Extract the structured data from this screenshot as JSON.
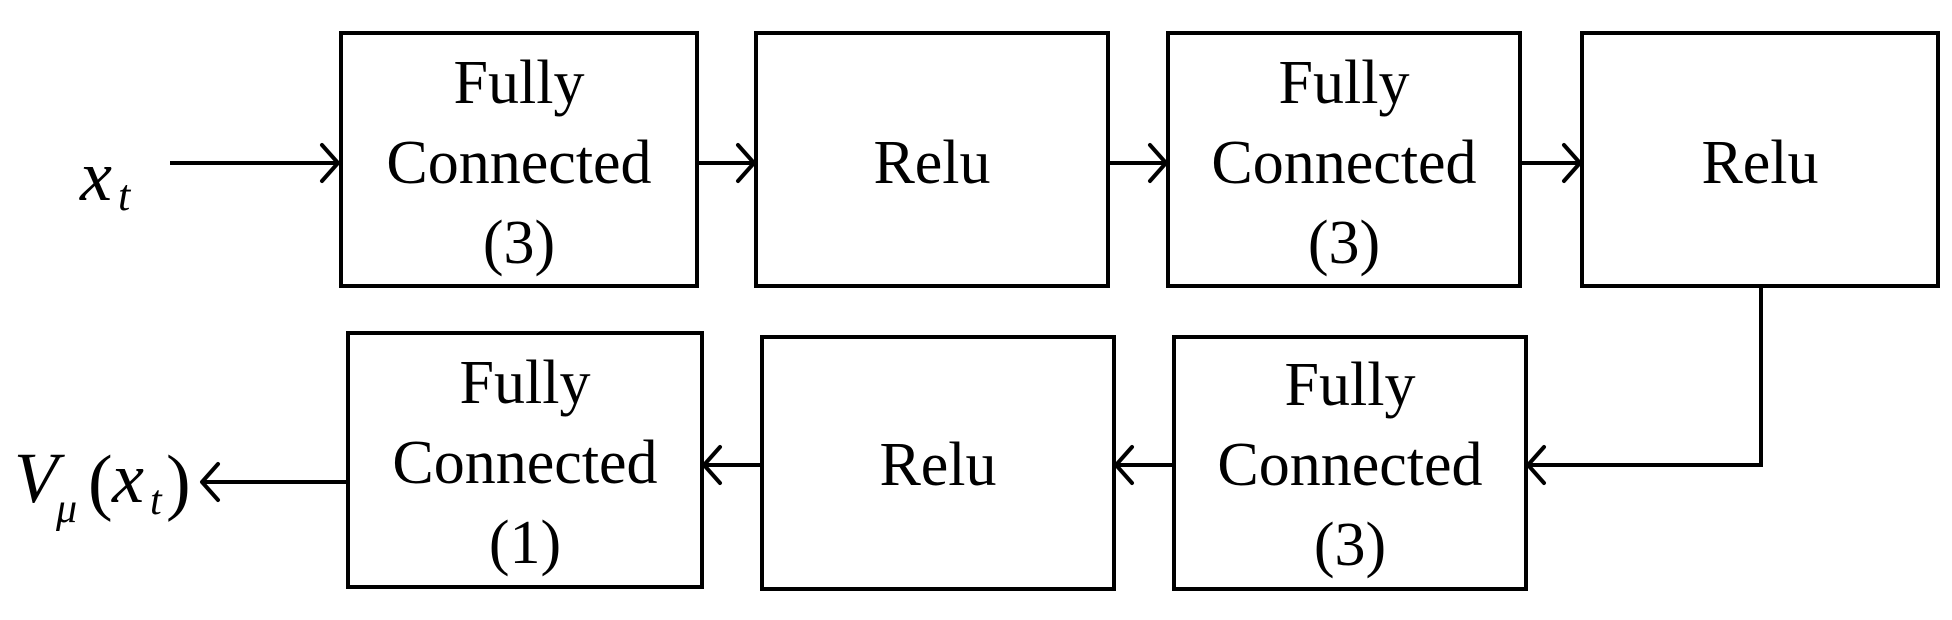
{
  "input": {
    "main": "x",
    "sub": "t"
  },
  "output": {
    "main": "V",
    "sub": "μ",
    "paren_open": "(",
    "arg_main": "x",
    "arg_sub": "t",
    "paren_close": ")"
  },
  "nodes": [
    {
      "id": "fc1",
      "lines": [
        "Fully",
        "Connected",
        "(3)"
      ]
    },
    {
      "id": "relu1",
      "lines": [
        "Relu"
      ]
    },
    {
      "id": "fc2",
      "lines": [
        "Fully",
        "Connected",
        "(3)"
      ]
    },
    {
      "id": "relu2",
      "lines": [
        "Relu"
      ]
    },
    {
      "id": "fc3",
      "lines": [
        "Fully",
        "Connected",
        "(3)"
      ]
    },
    {
      "id": "relu3",
      "lines": [
        "Relu"
      ]
    },
    {
      "id": "fc4",
      "lines": [
        "Fully",
        "Connected",
        "(1)"
      ]
    }
  ],
  "edges": [
    [
      "input",
      "fc1"
    ],
    [
      "fc1",
      "relu1"
    ],
    [
      "relu1",
      "fc2"
    ],
    [
      "fc2",
      "relu2"
    ],
    [
      "relu2",
      "fc3"
    ],
    [
      "fc3",
      "relu3"
    ],
    [
      "relu3",
      "fc4"
    ],
    [
      "fc4",
      "output"
    ]
  ],
  "colors": {
    "stroke": "#000000",
    "background": "#ffffff",
    "text": "#000000"
  }
}
